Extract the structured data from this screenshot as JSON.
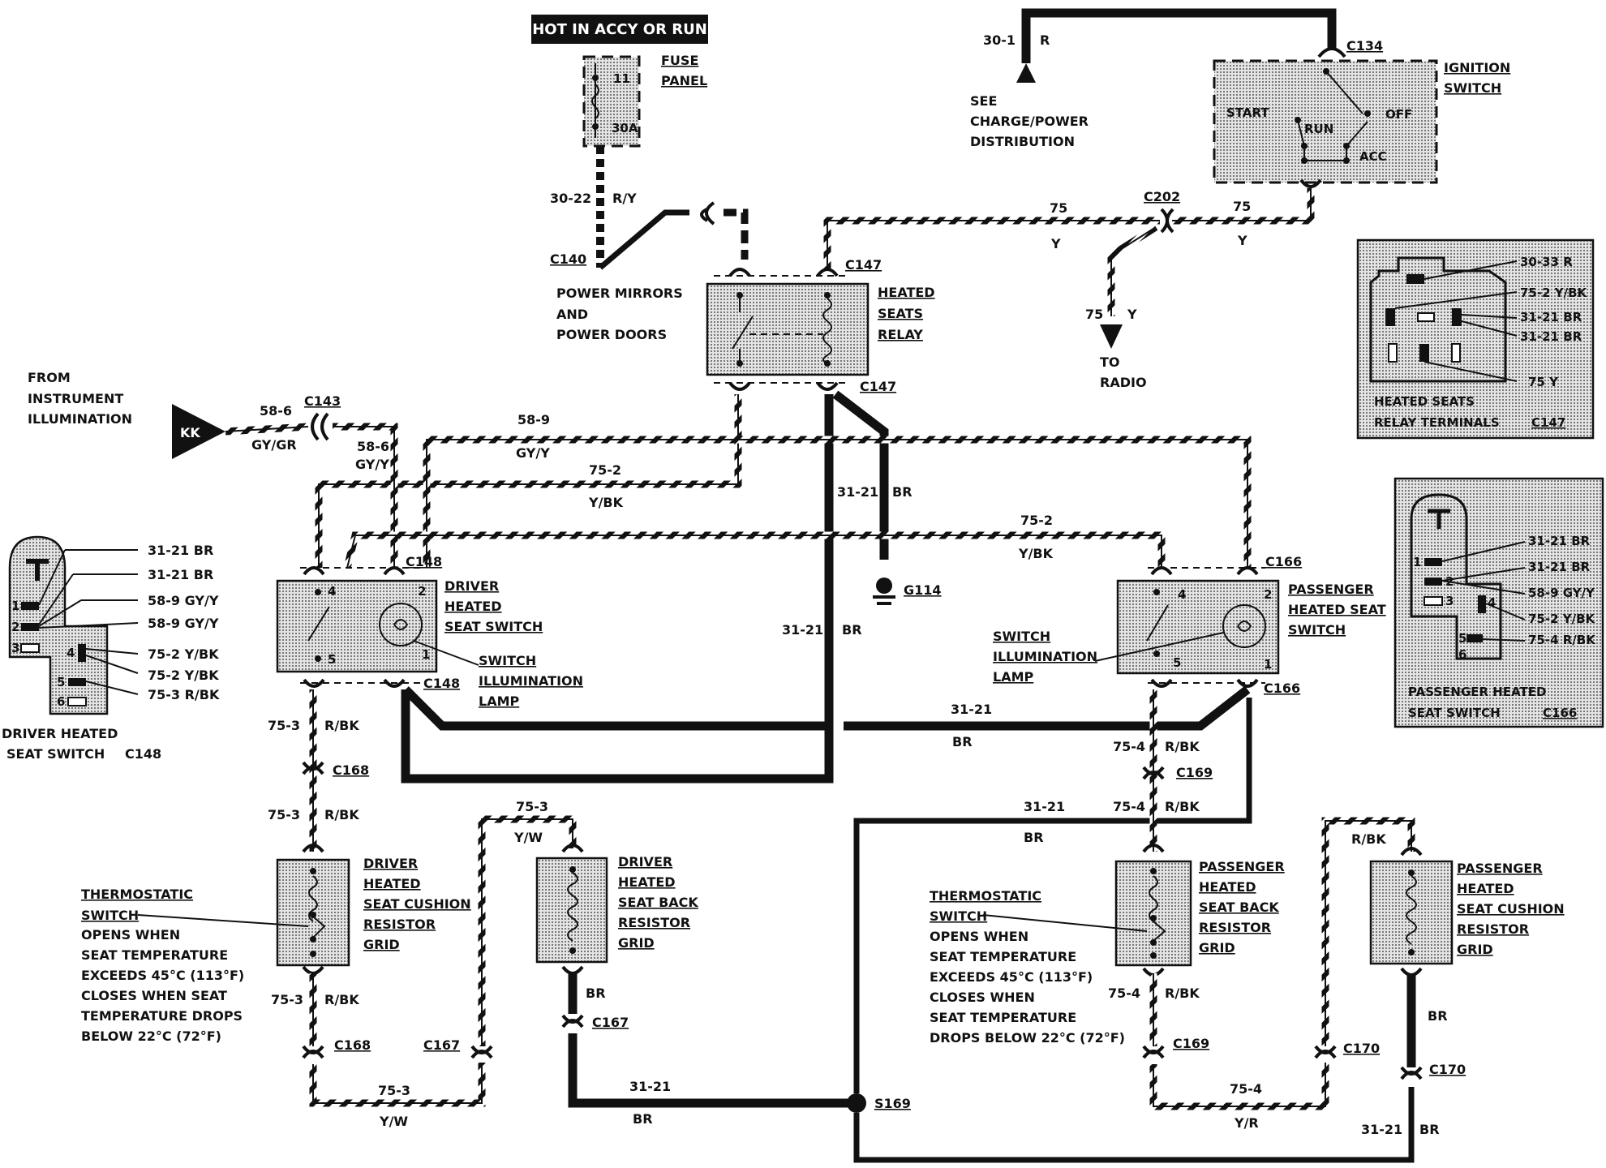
{
  "title_banner": "HOT IN ACCY OR RUN",
  "fuse_panel": {
    "label1": "FUSE",
    "label2": "PANEL",
    "fuse_number": "11",
    "fuse_rating": "30A"
  },
  "top_source": {
    "circuit": "30-1",
    "color": "R",
    "see1": "SEE",
    "see2": "CHARGE/POWER",
    "see3": "DISTRIBUTION"
  },
  "ignition": {
    "connector": "C134",
    "label1": "IGNITION",
    "label2": "SWITCH",
    "start": "START",
    "run": "RUN",
    "off": "OFF",
    "acc": "ACC"
  },
  "wires": {
    "w3022": "30-22",
    "w3022c": "R/Y",
    "w75a": "75",
    "w75ac": "Y",
    "w75b": "75",
    "w75bc": "Y",
    "w75c": "75",
    "w75cc": "Y",
    "w586": "58-6",
    "w586c": "GY/GR",
    "w586b": "58-6",
    "w586bc": "GY/Y",
    "w589": "58-9",
    "w589c": "GY/Y",
    "w752a": "75-2",
    "w752ac": "Y/BK",
    "w752b": "75-2",
    "w752bc": "Y/BK",
    "w3121a": "31-21",
    "w3121ac": "BR",
    "w3121b": "31-21",
    "w3121bc": "BR",
    "w3121c": "31-21",
    "w3121cc": "BR",
    "w3121d": "31-21",
    "w3121dc": "BR",
    "w3121e": "31-21",
    "w3121ec": "BR",
    "w3121f": "31-21",
    "w3121fc": "BR",
    "w753a": "75-3",
    "w753ac": "R/BK",
    "w753b": "75-3",
    "w753bc": "R/BK",
    "w753c": "75-3",
    "w753cc": "R/BK",
    "w753d": "75-3",
    "w753dc": "Y/W",
    "w753e": "75-3",
    "w753ec": "Y/W",
    "w754a": "75-4",
    "w754ac": "R/BK",
    "w754b": "75-4",
    "w754bc": "R/BK",
    "w754c": "75-4",
    "w754cc": "R/BK",
    "w754d": "75-4",
    "w754dc": "Y/R",
    "w_rbk": "R/BK",
    "w_br1": "BR",
    "w_br2": "BR"
  },
  "connectors": {
    "c140": "C140",
    "c147a": "C147",
    "c147b": "C147",
    "c202": "C202",
    "c143": "C143",
    "c148a": "C148",
    "c148b": "C148",
    "c166a": "C166",
    "c166b": "C166",
    "c168a": "C168",
    "c168b": "C168",
    "c169a": "C169",
    "c169b": "C169",
    "c167a": "C167",
    "c167b": "C167",
    "c170a": "C170",
    "c170b": "C170",
    "g114": "G114",
    "s169": "S169"
  },
  "mirrors": {
    "l1": "POWER MIRRORS",
    "l2": "AND",
    "l3": "POWER DOORS"
  },
  "relay": {
    "l1": "HEATED",
    "l2": "SEATS",
    "l3": "RELAY"
  },
  "radio": {
    "l1": "TO",
    "l2": "RADIO"
  },
  "instrument": {
    "l1": "FROM",
    "l2": "INSTRUMENT",
    "l3": "ILLUMINATION",
    "tag": "KK"
  },
  "relay_terminals": {
    "t1": "30-33 R",
    "t2": "75-2 Y/BK",
    "t3": "31-21 BR",
    "t4": "31-21 BR",
    "t5": "75 Y",
    "cap1": "HEATED SEATS",
    "cap2": "RELAY TERMINALS",
    "cap3": "C147"
  },
  "pass_switch_terminals": {
    "t1": "31-21 BR",
    "t2": "31-21 BR",
    "t3": "58-9 GY/Y",
    "t4": "75-2 Y/BK",
    "t5": "75-4 R/BK",
    "cap1": "PASSENGER HEATED",
    "cap2": "SEAT SWITCH",
    "cap3": "C166",
    "n1": "1",
    "n2": "2",
    "n3": "3",
    "n4": "4",
    "n5": "5",
    "n6": "6"
  },
  "driver_switch_terminals": {
    "t1": "31-21 BR",
    "t2": "31-21 BR",
    "t3": "58-9 GY/Y",
    "t4": "58-9 GY/Y",
    "t5": "75-2 Y/BK",
    "t6": "75-2 Y/BK",
    "t7": "75-3 R/BK",
    "cap1": "DRIVER HEATED",
    "cap2": "SEAT SWITCH",
    "cap3": "C148",
    "n1": "1",
    "n2": "2",
    "n3": "3",
    "n4": "4",
    "n5": "5",
    "n6": "6"
  },
  "driver_switch": {
    "l1": "DRIVER",
    "l2": "HEATED",
    "l3": "SEAT SWITCH",
    "p1": "1",
    "p2": "2",
    "p4": "4",
    "p5": "5"
  },
  "pass_switch": {
    "l1": "PASSENGER",
    "l2": "HEATED SEAT",
    "l3": "SWITCH",
    "p1": "1",
    "p2": "2",
    "p4": "4",
    "p5": "5"
  },
  "lamp_driver": {
    "l1": "SWITCH",
    "l2": "ILLUMINATION",
    "l3": "LAMP"
  },
  "lamp_pass": {
    "l1": "SWITCH",
    "l2": "ILLUMINATION",
    "l3": "LAMP"
  },
  "driver_cushion": {
    "l1": "DRIVER",
    "l2": "HEATED",
    "l3": "SEAT CUSHION",
    "l4": "RESISTOR",
    "l5": "GRID"
  },
  "driver_back": {
    "l1": "DRIVER",
    "l2": "HEATED",
    "l3": "SEAT BACK",
    "l4": "RESISTOR",
    "l5": "GRID"
  },
  "pass_back": {
    "l1": "PASSENGER",
    "l2": "HEATED",
    "l3": "SEAT BACK",
    "l4": "RESISTOR",
    "l5": "GRID"
  },
  "pass_cushion": {
    "l1": "PASSENGER",
    "l2": "HEATED",
    "l3": "SEAT CUSHION",
    "l4": "RESISTOR",
    "l5": "GRID"
  },
  "thermo_left": {
    "l1": "THERMOSTATIC",
    "l2": "SWITCH",
    "l3": "OPENS WHEN",
    "l4": "SEAT TEMPERATURE",
    "l5": "EXCEEDS 45°C (113°F)",
    "l6": "CLOSES WHEN SEAT",
    "l7": "TEMPERATURE DROPS",
    "l8": "BELOW 22°C (72°F)"
  },
  "thermo_right": {
    "l1": "THERMOSTATIC",
    "l2": "SWITCH",
    "l3": "OPENS WHEN",
    "l4": "SEAT TEMPERATURE",
    "l5": "EXCEEDS 45°C (113°F)",
    "l6": "CLOSES WHEN",
    "l7": "SEAT TEMPERATURE",
    "l8": "DROPS BELOW 22°C (72°F)"
  }
}
